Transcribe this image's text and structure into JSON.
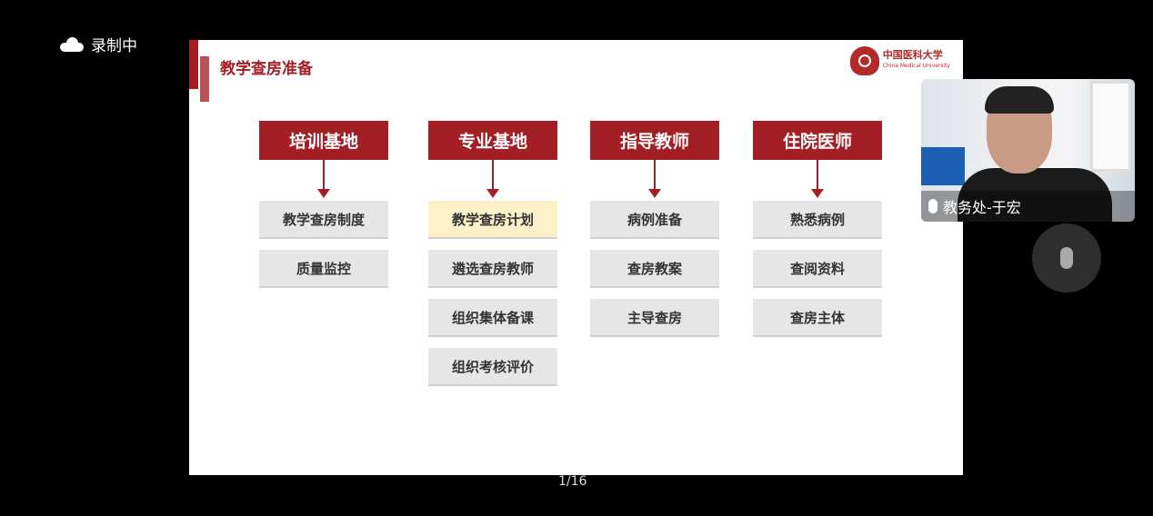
{
  "recording": {
    "label": "录制中",
    "icon": "cloud-icon"
  },
  "slide": {
    "title": "教学查房准备",
    "logo_text": "中国医科大学",
    "logo_sub": "China Medical University",
    "columns": [
      {
        "header": "培训基地",
        "items": [
          "教学查房制度",
          "质量监控"
        ]
      },
      {
        "header": "专业基地",
        "items": [
          "教学查房计划",
          "遴选查房教师",
          "组织集体备课",
          "组织考核评价"
        ]
      },
      {
        "header": "指导教师",
        "items": [
          "病例准备",
          "查房教案",
          "主导查房"
        ]
      },
      {
        "header": "住院医师",
        "items": [
          "熟悉病例",
          "查阅资料",
          "查房主体"
        ]
      }
    ]
  },
  "video": {
    "participant": "教务处-于宏"
  },
  "page_indicator": "1/16",
  "colors": {
    "accent": "#a41e26",
    "highlight": "#fbf0c8"
  }
}
